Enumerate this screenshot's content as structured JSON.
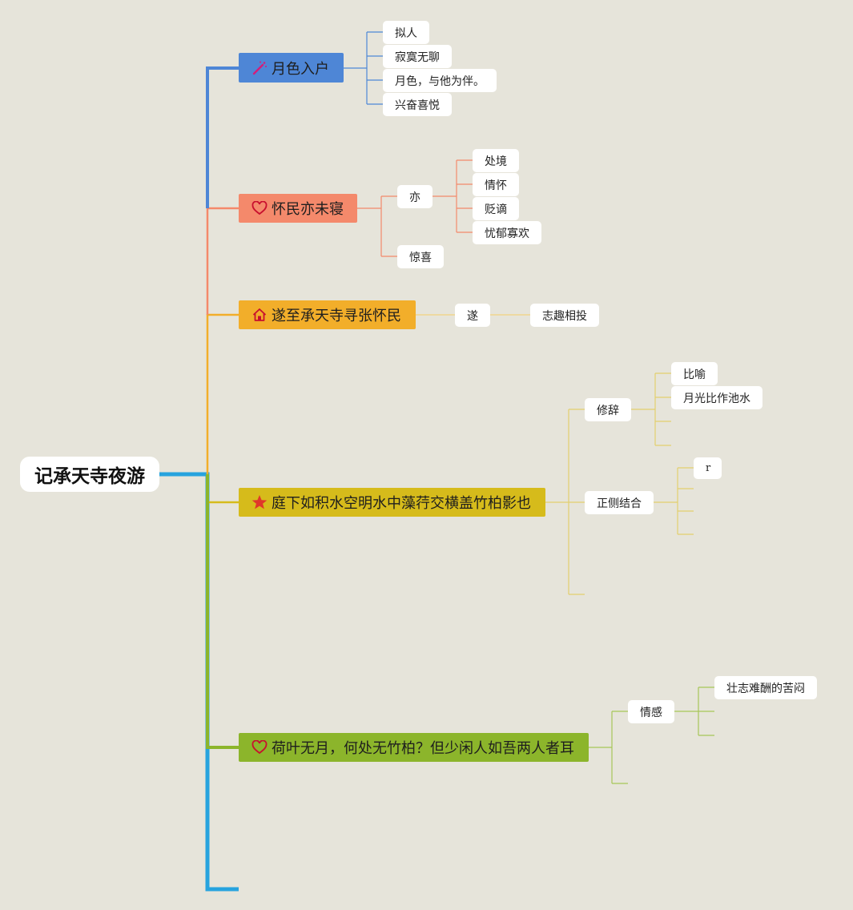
{
  "colors": {
    "background": "#e6e4da",
    "blue": "#4e86d6",
    "salmon": "#f4896b",
    "orange": "#f2ae2a",
    "yellow": "#d6bb1b",
    "green": "#8cb52b",
    "trunk": "#27a3de"
  },
  "root": {
    "label": "记承天寺夜游"
  },
  "branches": [
    {
      "label": "月色入户",
      "icon": "magic-wand-icon",
      "color": "#4e86d6",
      "children": [
        {
          "label": "拟人"
        },
        {
          "label": "寂寞无聊"
        },
        {
          "label": "月色，与他为伴。"
        },
        {
          "label": "兴奋喜悦"
        }
      ]
    },
    {
      "label": "怀民亦未寝",
      "icon": "heart-icon",
      "color": "#f4896b",
      "children": [
        {
          "label": "亦",
          "children": [
            {
              "label": "处境"
            },
            {
              "label": "情怀"
            },
            {
              "label": "贬谪"
            },
            {
              "label": "忧郁寡欢"
            }
          ]
        },
        {
          "label": "惊喜"
        }
      ]
    },
    {
      "label": "遂至承天寺寻张怀民",
      "icon": "home-icon",
      "color": "#f2ae2a",
      "children": [
        {
          "label": "遂",
          "children": [
            {
              "label": "志趣相投"
            }
          ]
        }
      ]
    },
    {
      "label": "庭下如积水空明水中藻荇交横盖竹柏影也",
      "icon": "star-icon",
      "color": "#d6bb1b",
      "children": [
        {
          "label": "修辞",
          "children": [
            {
              "label": "比喻"
            },
            {
              "label": "月光比作池水"
            },
            {
              "label": ""
            },
            {
              "label": ""
            }
          ]
        },
        {
          "label": "正侧结合",
          "children": [
            {
              "label": "r"
            },
            {
              "label": ""
            },
            {
              "label": ""
            },
            {
              "label": ""
            }
          ]
        },
        {
          "label": ""
        }
      ]
    },
    {
      "label": "荷叶无月，何处无竹柏？但少闲人如吾两人者耳",
      "icon": "heart-icon",
      "color": "#8cb52b",
      "children": [
        {
          "label": "情感",
          "children": [
            {
              "label": "壮志难酬的苦闷"
            },
            {
              "label": ""
            },
            {
              "label": ""
            }
          ]
        },
        {
          "label": ""
        }
      ]
    }
  ]
}
